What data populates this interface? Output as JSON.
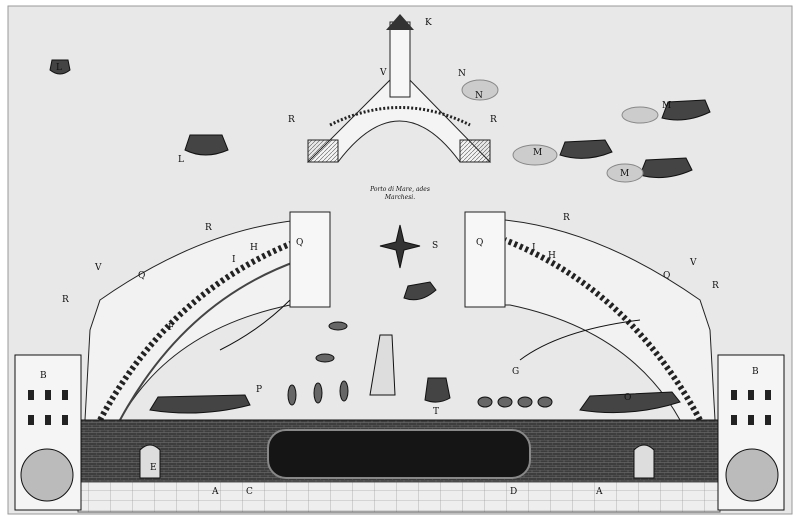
{
  "caption": {
    "line1": "Porto di Mare, ades",
    "line2": "Marchesi."
  },
  "labels": {
    "lighthouse": "K",
    "upper_v": "V",
    "n1": "N",
    "n2": "N",
    "r_top_left": "R",
    "r_top_right": "R",
    "m1": "M",
    "m2": "M",
    "m3": "M",
    "l1": "L",
    "l2": "L",
    "r_mid_left": "R",
    "r_mid_right": "R",
    "r_far_left": "R",
    "r_far_right": "R",
    "q_left": "Q",
    "q_right": "Q",
    "q_left2": "Q",
    "q_right2": "Q",
    "s": "S",
    "v_left": "V",
    "v_right": "V",
    "h_left": "H",
    "i_left": "I",
    "h_right": "H",
    "i_right": "I",
    "f": "F",
    "g": "G",
    "p": "P",
    "b_left": "B",
    "b_right": "B",
    "a_left": "A",
    "c": "C",
    "d": "D",
    "a_right": "A",
    "t": "T",
    "o": "O",
    "e": "E"
  },
  "colors": {
    "paper": "#e9e9e9",
    "ink": "#1a1a1a",
    "wall": "#4a4a4a",
    "basin": "#151515"
  }
}
